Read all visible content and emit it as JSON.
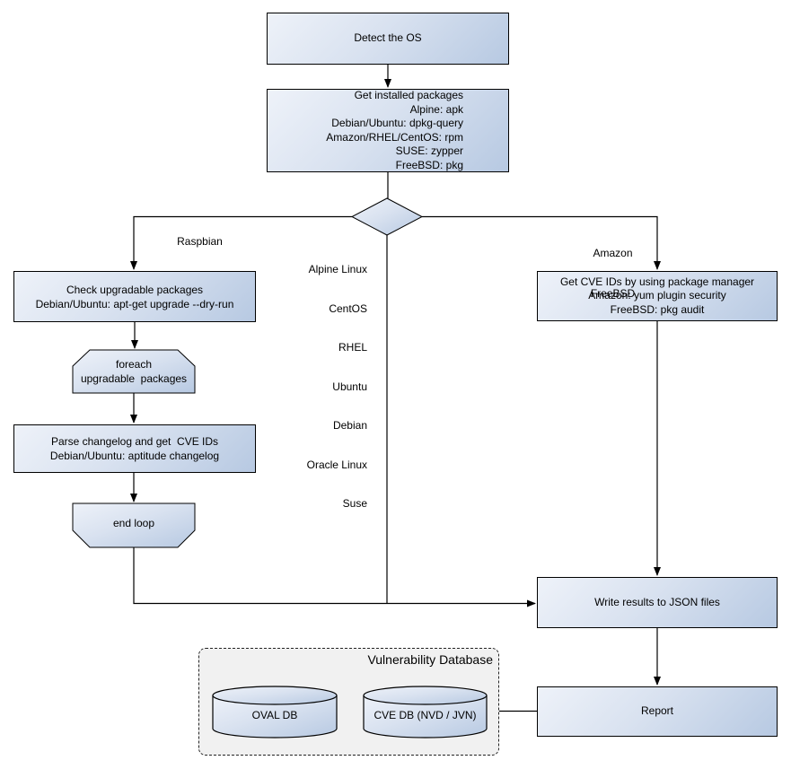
{
  "nodes": {
    "detect_os": {
      "label": "Detect the OS"
    },
    "get_installed_packages": {
      "lines": [
        "Get installed packages",
        "Alpine: apk",
        "Debian/Ubuntu: dpkg-query",
        "Amazon/RHEL/CentOS: rpm",
        "SUSE: zypper",
        "FreeBSD: pkg"
      ]
    },
    "check_upgradable": {
      "lines": [
        "Check upgradable packages",
        "Debian/Ubuntu: apt-get upgrade --dry-run"
      ]
    },
    "foreach_loop": {
      "lines": [
        "foreach",
        "upgradable  packages"
      ]
    },
    "parse_changelog": {
      "lines": [
        "Parse changelog and get  CVE IDs",
        "Debian/Ubuntu: aptitude changelog"
      ]
    },
    "end_loop": {
      "label": "end loop"
    },
    "get_cve_ids": {
      "lines": [
        "Get CVE IDs by using package manager",
        "Amazon: yum plugin security",
        "FreeBSD: pkg audit"
      ]
    },
    "write_results": {
      "label": "Write results to JSON files"
    },
    "report": {
      "label": "Report"
    }
  },
  "edge_labels": {
    "raspbian": "Raspbian",
    "amazon_freebsd": [
      "Amazon",
      "FreeBSD"
    ],
    "os_list": [
      "Alpine Linux",
      "CentOS",
      "RHEL",
      "Ubuntu",
      "Debian",
      "Oracle Linux",
      "Suse"
    ]
  },
  "database": {
    "title": "Vulnerability Database",
    "oval_db": "OVAL DB",
    "cve_db": "CVE DB (NVD / JVN)"
  },
  "colors": {
    "node_fill_light": "#eef2f9",
    "node_fill_dark": "#b7c9e2",
    "node_border": "#000000",
    "db_container_fill": "#f1f1f1",
    "connector": "#000000"
  }
}
